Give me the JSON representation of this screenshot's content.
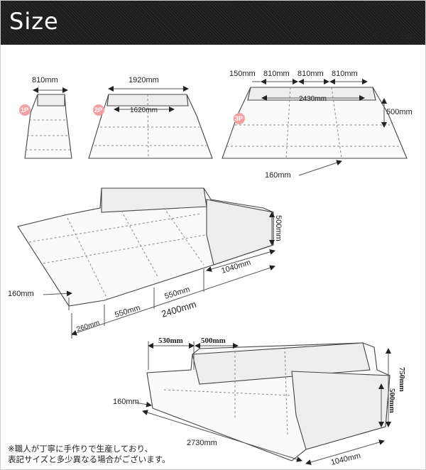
{
  "header": {
    "title": "Size",
    "unit": "単位：mm"
  },
  "p1": {
    "badge": "1P",
    "width": "810mm"
  },
  "p2": {
    "badge": "2P",
    "width": "1920mm",
    "inner": "1620mm"
  },
  "p3": {
    "badge": "3P",
    "arm": "150mm",
    "seat1": "810mm",
    "seat2": "810mm",
    "seat3": "810mm",
    "inner": "2430mm",
    "height": "500mm",
    "gap": "160mm"
  },
  "big": {
    "height": "500mm",
    "left_depth": "160mm",
    "arm_depth": "1040mm",
    "seg1": "260mm",
    "seg2": "550mm",
    "seg3": "550mm",
    "total": "2400mm"
  },
  "sofa": {
    "back": "530mm",
    "seat": "500mm",
    "leg": "160mm",
    "total_h": "750mm",
    "seat_h": "500mm",
    "width": "2730mm",
    "depth": "1040mm"
  },
  "note": {
    "line1": "※職人が丁寧に手作りで生産しており、",
    "line2": "表記サイズと多少異なる場合がございます。"
  }
}
